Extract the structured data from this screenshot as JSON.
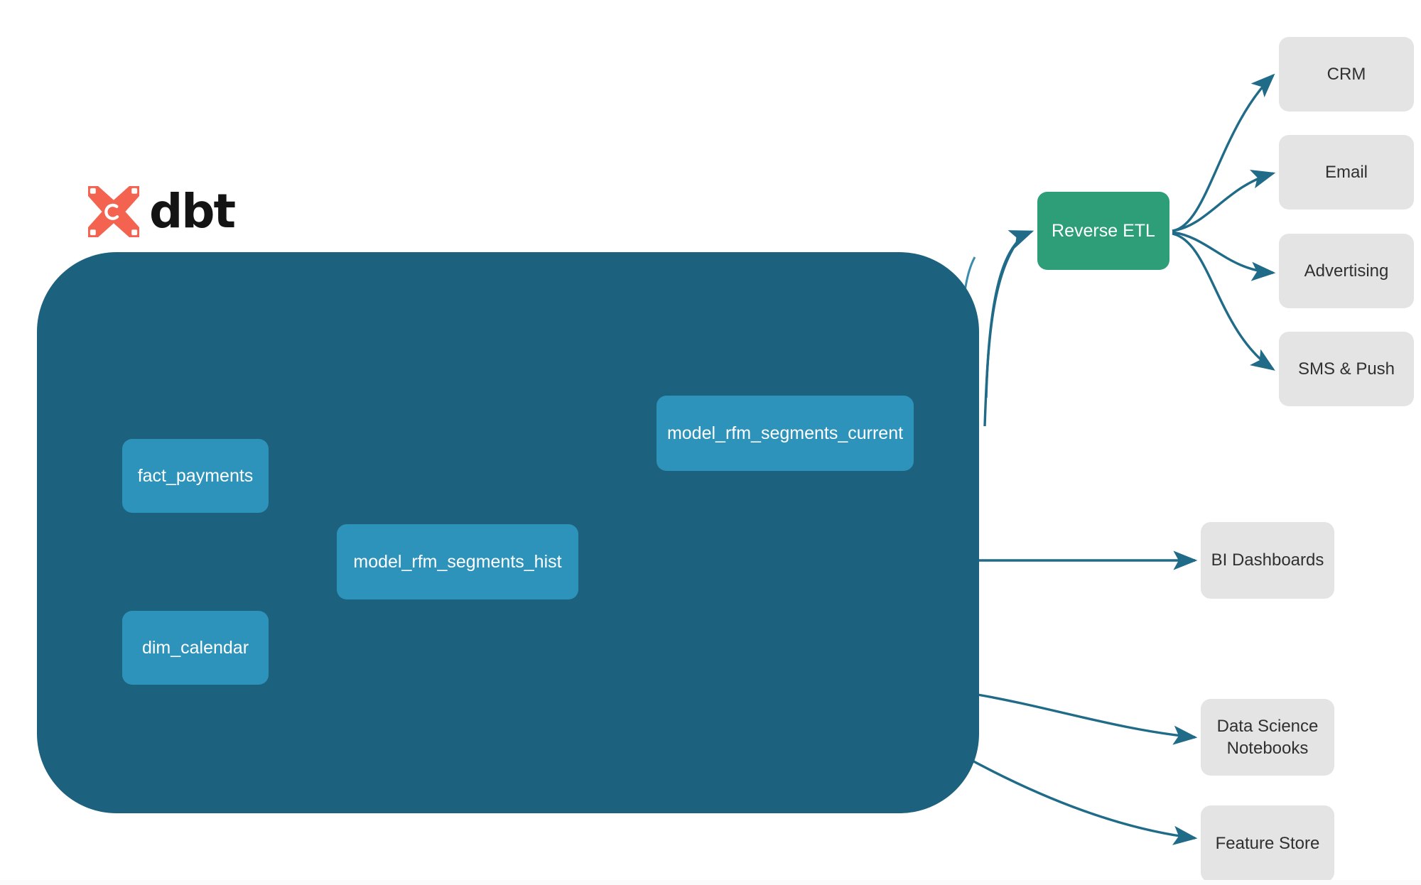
{
  "brand": {
    "name": "dbt",
    "logo_icon": "dbt-x-logo-icon",
    "logo_color": "#F4634F",
    "wordmark_color": "#141414"
  },
  "palette": {
    "warehouse_panel": "#1C627F",
    "model_node": "#2D93BA",
    "reverse_etl": "#2E9E79",
    "destination": "#E4E4E4",
    "edge_outer": "#1F6B88",
    "edge_inner": "#3C8CAB",
    "node_text": "#FFFFFF",
    "destination_text": "#303030"
  },
  "warehouse": {
    "label": "",
    "models": [
      {
        "id": "fact_payments",
        "label": "fact_payments"
      },
      {
        "id": "dim_calendar",
        "label": "dim_calendar"
      },
      {
        "id": "model_rfm_segments_hist",
        "label": "model_rfm_segments_hist"
      },
      {
        "id": "model_rfm_segments_current",
        "label": "model_rfm_segments_current"
      }
    ]
  },
  "activation": {
    "hub": {
      "id": "reverse_etl",
      "label": "Reverse ETL"
    },
    "channels": [
      {
        "id": "crm",
        "label": "CRM"
      },
      {
        "id": "email",
        "label": "Email"
      },
      {
        "id": "advertising",
        "label": "Advertising"
      },
      {
        "id": "sms_push",
        "label": "SMS & Push"
      }
    ]
  },
  "consumers": [
    {
      "id": "bi_dashboards",
      "label": "BI Dashboards"
    },
    {
      "id": "data_science_notebooks",
      "label": "Data Science\nNotebooks",
      "line1": "Data Science",
      "line2": "Notebooks"
    },
    {
      "id": "feature_store",
      "label": "Feature Store"
    }
  ],
  "edges": [
    {
      "from": "fact_payments",
      "to": "model_rfm_segments_hist",
      "arrow": true
    },
    {
      "from": "dim_calendar",
      "to": "model_rfm_segments_hist",
      "arrow": true
    },
    {
      "from": "model_rfm_segments_hist",
      "to": "model_rfm_segments_current",
      "arrow": false
    },
    {
      "from": "model_rfm_segments_current",
      "to": "reverse_etl",
      "arrow": true
    },
    {
      "from": "model_rfm_segments_hist",
      "to": "bi_dashboards",
      "arrow": true
    },
    {
      "from": "model_rfm_segments_hist",
      "to": "data_science_notebooks",
      "arrow": true
    },
    {
      "from": "model_rfm_segments_hist",
      "to": "feature_store",
      "arrow": true
    },
    {
      "from": "reverse_etl",
      "to": "crm",
      "arrow": true
    },
    {
      "from": "reverse_etl",
      "to": "email",
      "arrow": true
    },
    {
      "from": "reverse_etl",
      "to": "advertising",
      "arrow": true
    },
    {
      "from": "reverse_etl",
      "to": "sms_push",
      "arrow": true
    }
  ]
}
